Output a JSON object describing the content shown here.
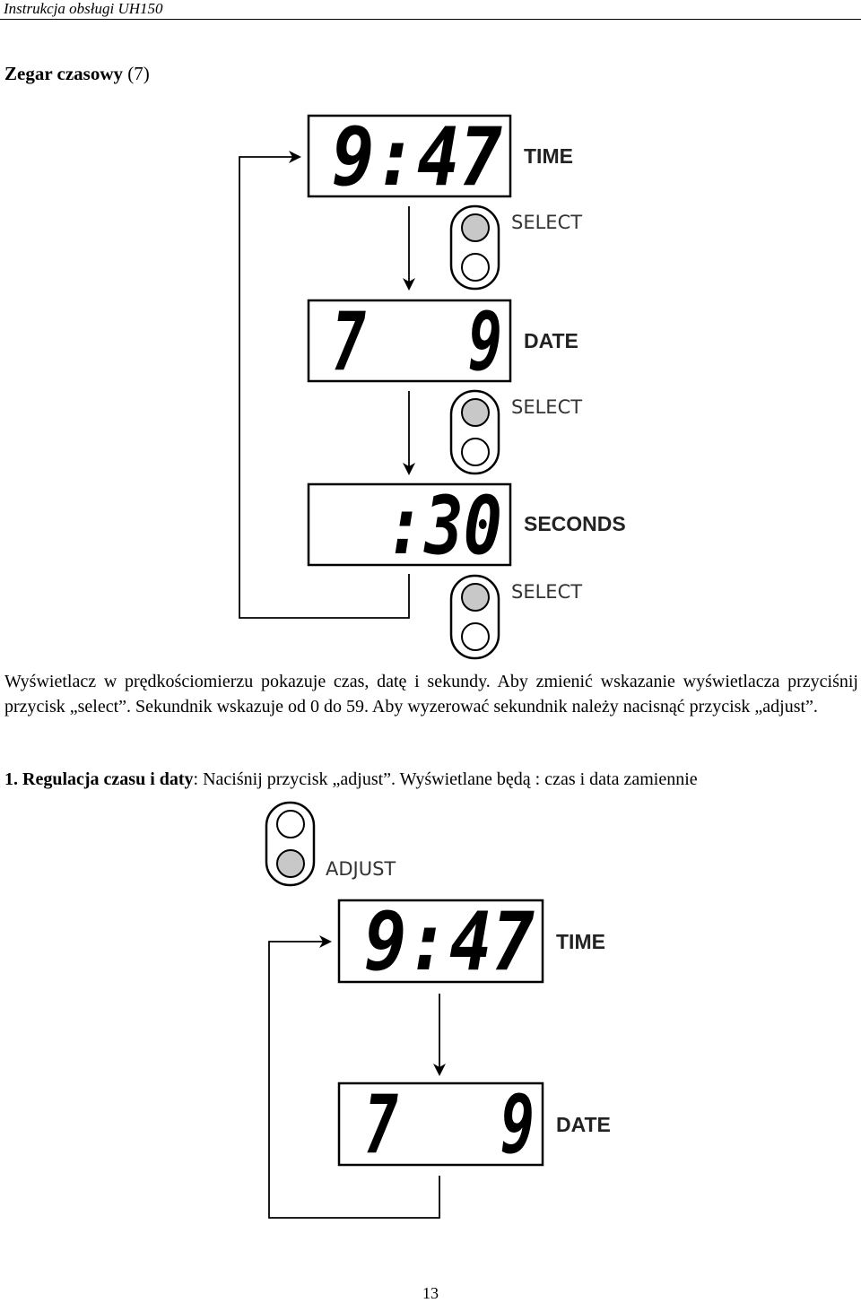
{
  "header": {
    "running_title": "Instrukcja obsługi UH150"
  },
  "section": {
    "heading": "Zegar czasowy",
    "heading_suffix": " (7)"
  },
  "figure1": {
    "displays": [
      {
        "lcd": "9:47",
        "label": "TIME"
      },
      {
        "lcd": "7   9",
        "label": "DATE"
      },
      {
        "lcd": ":30",
        "label": "SECONDS"
      }
    ],
    "button_label": "SELECT"
  },
  "body": {
    "paragraph": "Wyświetlacz w prędkościomierzu pokazuje czas, datę i sekundy. Aby zmienić wskazanie wyświetlacza przyciśnij przycisk „select”. Sekundnik wskazuje od 0 do 59. Aby wyzerować sekundnik należy nacisnąć przycisk „adjust”.",
    "instruction_bold": "1. Regulacja czasu i daty",
    "instruction_rest": ": Naciśnij przycisk „adjust”. Wyświetlane będą : czas i data zamiennie"
  },
  "figure2": {
    "button_label": "ADJUST",
    "displays": [
      {
        "lcd": "9:47",
        "label": "TIME"
      },
      {
        "lcd": "7   9",
        "label": "DATE"
      }
    ]
  },
  "footer": {
    "page_number": "13"
  }
}
